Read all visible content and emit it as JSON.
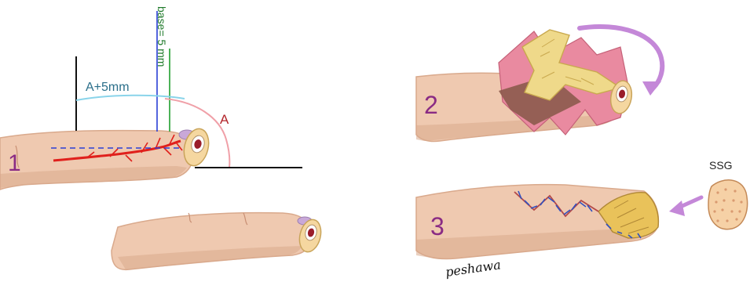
{
  "labels": {
    "step1": "1",
    "step2": "2",
    "step3": "3",
    "a_plus": "A+5mm",
    "a": "A",
    "base": "base= 5 mm",
    "ssg": "SSG",
    "signature": "peshawa"
  },
  "colors": {
    "skin": "#efc9b0",
    "skin_shade": "#d9a98c",
    "skin_dark": "#c88f73",
    "wound_pink": "#e98aa0",
    "flap_yellow": "#efd98a",
    "flap_yellow_dark": "#c9a94e",
    "flap_brown": "#8c5a4c",
    "artery": "#e0201c",
    "line_dark": "#111111",
    "line_blue": "#2a3fd6",
    "line_green": "#1f9e2e",
    "line_cyan": "#8ad4ea",
    "line_red_arc": "#f0a0a8",
    "label_red": "#b3262b",
    "label_teal": "#2b6f8a",
    "label_purple": "#8a2b84",
    "arrow_purple": "#c488d8",
    "suture_blue": "#3050c0",
    "bone_ring": "#f5d7a0",
    "marrow": "#9a1c2a",
    "ssg_fill": "#f6d1a6",
    "ssg_dot": "#d99a70"
  }
}
